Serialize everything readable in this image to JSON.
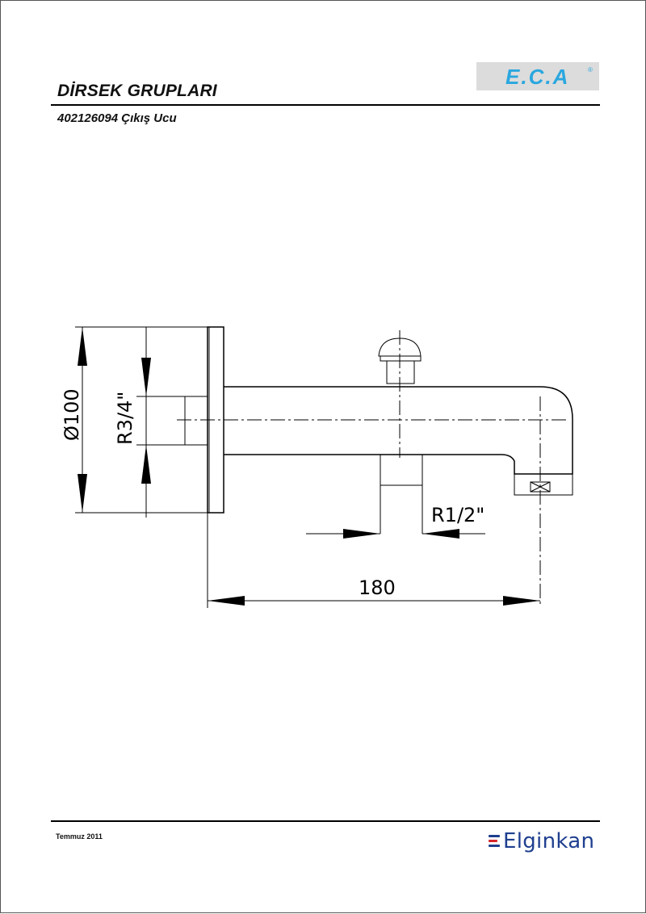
{
  "header": {
    "title": "DİRSEK GRUPLARI",
    "subtitle": "402126094 Çıkış Ucu",
    "brand_logo_text": "E.C.A",
    "brand_logo_reg": "®"
  },
  "drawing": {
    "dim_diameter": "Ø100",
    "dim_thread_inlet": "R3/4\"",
    "dim_thread_outlet": "R1/2\"",
    "dim_length": "180"
  },
  "footer": {
    "date": "Temmuz 2011",
    "company_logo": "Elginkan"
  },
  "colors": {
    "eca_blue": "#2aa7df",
    "elginkan_blue": "#1e3f8f",
    "elginkan_red": "#d6262b"
  }
}
